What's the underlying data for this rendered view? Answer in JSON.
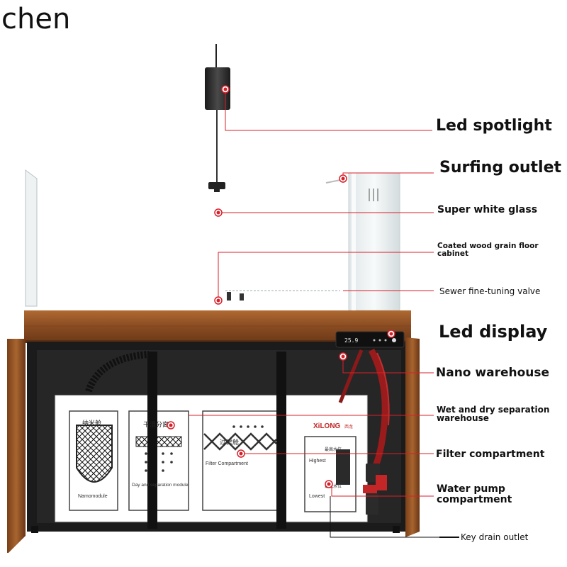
{
  "watermark": "chen",
  "colors": {
    "callout": "#d8202a",
    "wood": "#9a5a2a",
    "cabinet_dark": "#1a1a1a",
    "glass": "#e9eef0"
  },
  "panel_text": {
    "nano_cn": "纳米舱",
    "nano_en": "Namomodule",
    "drywet_cn": "干湿分离",
    "drywet_en": "Day and separation module",
    "filter_cn": "过滤舱",
    "filter_en": "Filter Compartment",
    "brand": "XiLONG",
    "brand_cn": "西龙",
    "highest_cn": "最高水位",
    "highest_en": "Highest",
    "lowest_cn": "最低水位",
    "lowest_en": "Lowest"
  },
  "display_readout": "25.9",
  "labels": {
    "led_spotlight": "Led spotlight",
    "surfing_outlet": "Surfing outlet",
    "super_white_glass": "Super white glass",
    "wood_cabinet": "Coated wood grain floor cabinet",
    "sewer_valve": "Sewer fine-tuning valve",
    "led_display": "Led display",
    "nano_warehouse": "Nano warehouse",
    "wet_dry": "Wet and dry separation warehouse",
    "filter_compartment": "Filter compartment",
    "water_pump": "Water pump compartment",
    "key_drain": "Key drain outlet"
  }
}
